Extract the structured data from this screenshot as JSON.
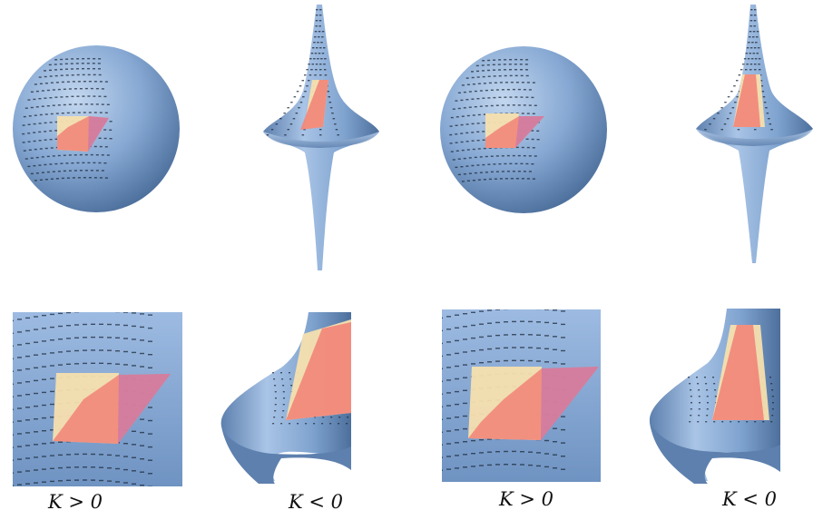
{
  "captions": [
    {
      "symbol": "K",
      "relation": ">",
      "value": "0"
    },
    {
      "symbol": "K",
      "relation": "<",
      "value": "0"
    },
    {
      "symbol": "K",
      "relation": ">",
      "value": "0"
    },
    {
      "symbol": "K",
      "relation": "<",
      "value": "0"
    }
  ],
  "colors": {
    "surface": "#7fa3cf",
    "surface_light": "#b9d0ec",
    "surface_dark": "#4d6f9c",
    "patch_yellow": "#f5dfae",
    "patch_red": "#f2877a",
    "patch_magenta": "#cc7aa8",
    "dots": "#1e2a3a"
  }
}
